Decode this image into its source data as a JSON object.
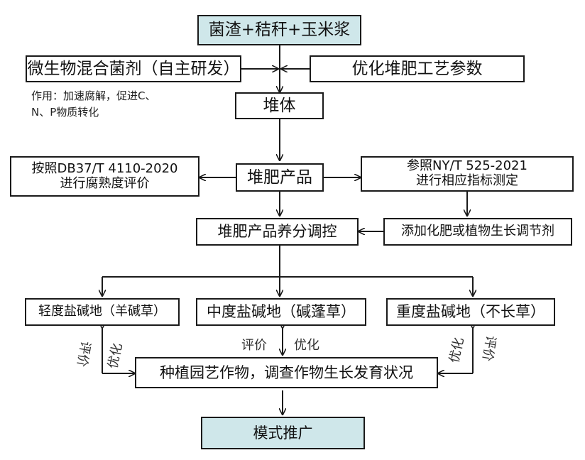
{
  "nodes": {
    "raw_materials": "菌渣+秸秆+玉米浆",
    "microbial_agent": "微生物混合菌剂（自主研发）",
    "optimize_params": "优化堆肥工艺参数",
    "pile": "堆体",
    "compost_product": "堆肥产品",
    "maturity_eval_line1": "按照DB37/T 4110-2020",
    "maturity_eval_line2": "进行腐熟度评价",
    "index_test_line1": "参照NY/T 525-2021",
    "index_test_line2": "进行相应指标测定",
    "nutrient_control": "堆肥产品养分调控",
    "additives": "添加化肥或植物生长调节剂",
    "light_saline": "轻度盐碱地（羊碱草）",
    "moderate_saline": "中度盐碱地（碱蓬草）",
    "heavy_saline": "重度盐碱地（不长草）",
    "plant_survey": "种植园艺作物，调查作物生长发育状况",
    "promotion": "模式推广"
  },
  "annotations": {
    "agent_effect_line1": "作用：加速腐解，促进C、",
    "agent_effect_line2": "N、P物质转化",
    "evaluate": "评价",
    "optimize": "优化",
    "left_evaluate": "评价",
    "left_optimize": "优化",
    "right_optimize": "优化",
    "right_evaluate": "评价"
  },
  "colors": {
    "highlight_fill": "#cfe7ea",
    "border": "#1a1a1a"
  }
}
